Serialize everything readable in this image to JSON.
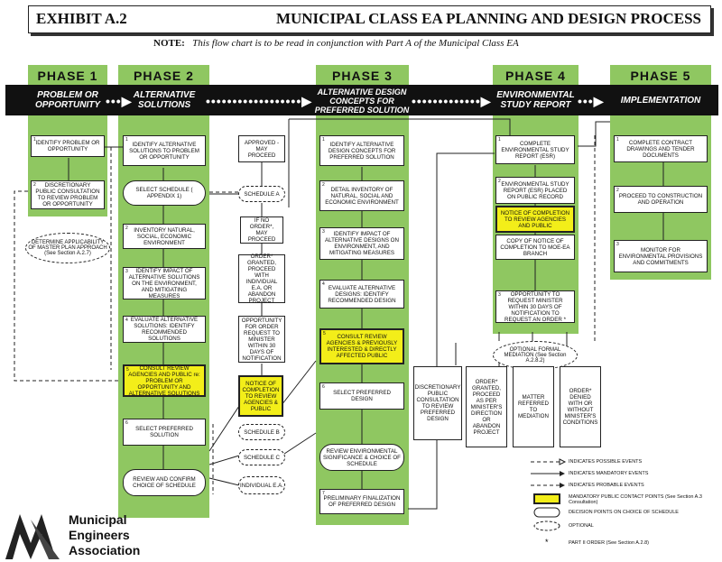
{
  "header": {
    "exhibit": "EXHIBIT A.2",
    "title": "MUNICIPAL CLASS EA PLANNING AND DESIGN PROCESS"
  },
  "note": {
    "label": "NOTE:",
    "text": "This flow chart is to be read in conjunction with Part A of the Municipal Class EA"
  },
  "phases": [
    {
      "title": "PHASE 1",
      "band": "PROBLEM OR OPPORTUNITY"
    },
    {
      "title": "PHASE 2",
      "band": "ALTERNATIVE SOLUTIONS"
    },
    {
      "title": "PHASE 3",
      "band": "ALTERNATIVE DESIGN CONCEPTS FOR PREFERRED SOLUTION"
    },
    {
      "title": "PHASE 4",
      "band": "ENVIRONMENTAL STUDY REPORT"
    },
    {
      "title": "PHASE 5",
      "band": "IMPLEMENTATION"
    }
  ],
  "phase1": {
    "b1": "IDENTIFY PROBLEM OR OPPORTUNITY",
    "b2": "DISCRETIONARY PUBLIC CONSULTATION TO REVIEW PROBLEM OR OPPORTUNITY",
    "ellipse": "DETERMINE APPLICABILITY OF MASTER PLAN APPROACH (See Section A.2.7)"
  },
  "phase2": {
    "b1": "IDENTIFY ALTERNATIVE SOLUTIONS TO PROBLEM OR OPPORTUNITY",
    "hex": "SELECT SCHEDULE ( APPENDIX 1)",
    "b2": "INVENTORY NATURAL, SOCIAL, ECONOMIC ENVIRONMENT",
    "b3": "IDENTIFY IMPACT OF ALTERNATIVE SOLUTIONS ON THE ENVIRONMENT, AND MITIGATING MEASURES",
    "b4": "EVALUATE ALTERNATIVE SOLUTIONS: IDENTIFY RECOMMENDED SOLUTIONS",
    "b5": "CONSULT REVIEW AGENCIES AND PUBLIC re: PROBLEM OR OPPORTUNITY AND ALTERNATIVE SOLUTIONS",
    "b6": "SELECT PREFERRED SOLUTION",
    "hex2": "REVIEW AND CONFIRM CHOICE OF SCHEDULE"
  },
  "middle": {
    "approved": "APPROVED - MAY PROCEED",
    "schedA": "SCHEDULE A",
    "ifno": "IF NO ORDER*, MAY PROCEED",
    "order": "ORDER* GRANTED, PROCEED WITH INDIVIDUAL E.A. OR ABANDON PROJECT",
    "opportunity": "OPPORTUNITY FOR ORDER REQUEST TO MINISTER WITHIN 30 DAYS OF NOTIFICATION",
    "notice": "NOTICE OF COMPLETION TO REVIEW AGENCIES & PUBLIC",
    "schedB": "SCHEDULE B",
    "schedC": "SCHEDULE C",
    "individual": "INDIVIDUAL E.A."
  },
  "phase3": {
    "b1": "IDENTIFY ALTERNATIVE DESIGN CONCEPTS FOR PREFERRED SOLUTION",
    "b2": "DETAIL INVENTORY OF NATURAL, SOCIAL AND ECONOMIC ENVIRONMENT",
    "b3": "IDENTIFY IMPACT OF ALTERNATIVE DESIGNS ON ENVIRONMENT, AND MITIGATING MEASURES",
    "b4": "EVALUATE ALTERNATIVE DESIGNS: IDENTIFY RECOMMENDED DESIGN",
    "b5": "CONSULT REVIEW AGENCIES & PREVIOUSLY INTERESTED & DIRECTLY AFFECTED PUBLIC",
    "b6": "SELECT PREFERRED DESIGN",
    "hex": "REVIEW ENVIRONMENTAL SIGNIFICANCE & CHOICE OF SCHEDULE",
    "b7": "PRELIMINARY FINALIZATION OF PREFERRED DESIGN"
  },
  "phase4": {
    "b1": "COMPLETE ENVIRONMENTAL STUDY REPORT (ESR)",
    "b2": "ENVIRONMENTAL STUDY REPORT (ESR) PLACED ON PUBLIC RECORD",
    "b2y": "NOTICE OF COMPLETION TO REVIEW AGENCIES AND PUBLIC",
    "b2c": "COPY OF NOTICE OF COMPLETION TO MOE-EA BRANCH",
    "b3": "OPPORTUNITY TO REQUEST MINISTER WITHIN 30 DAYS OF NOTIFICATION TO REQUEST AN ORDER *",
    "mediation": "OPTIONAL FORMAL MEDIATION (See Section A.2.8.2)",
    "disc": "DISCRETIONARY PUBLIC CONSULTATION TO REVIEW PREFERRED DESIGN",
    "order": "ORDER* GRANTED, PROCEED AS PER MINISTER'S DIRECTION OR ABANDON PROJECT",
    "matter": "MATTER REFERRED TO MEDIATION",
    "denied": "ORDER* DENIED WITH OR WITHOUT MINISTER'S CONDITIONS"
  },
  "phase5": {
    "b1": "COMPLETE CONTRACT DRAWINGS AND TENDER DOCUMENTS",
    "b2": "PROCEED TO CONSTRUCTION AND OPERATION",
    "b3": "MONITOR FOR ENVIRONMENTAL PROVISIONS AND COMMITMENTS"
  },
  "legend": [
    "INDICATES POSSIBLE EVENTS",
    "INDICATES MANDATORY EVENTS",
    "INDICATES PROBABLE EVENTS",
    "MANDATORY PUBLIC CONTACT POINTS (See Section A.3 Consultation)",
    "DECISION POINTS ON CHOICE OF SCHEDULE",
    "OPTIONAL",
    "PART II ORDER (See Section A.2.8)"
  ],
  "logo": {
    "line1": "Municipal",
    "line2": "Engineers",
    "line3": "Association"
  },
  "colors": {
    "green": "#8fc761",
    "yellow": "#f3ee19",
    "band": "#111111"
  }
}
